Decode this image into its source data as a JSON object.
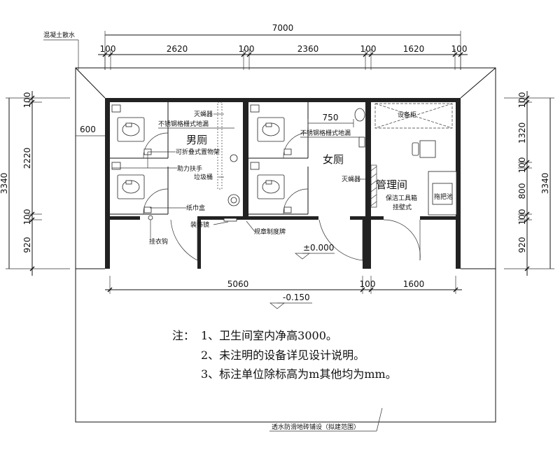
{
  "dims": {
    "overall": "7000",
    "top_row": [
      "100",
      "2620",
      "100",
      "2360",
      "100",
      "1620",
      "100"
    ],
    "bottom_row": [
      "5060",
      "100",
      "1600"
    ],
    "left_total": "3340",
    "left_parts": [
      "100",
      "2220",
      "100",
      "920"
    ],
    "right_total": "3340",
    "right_parts": [
      "100",
      "1320",
      "100",
      "800",
      "100",
      "920"
    ],
    "offset_600": "600",
    "offset_750": "750"
  },
  "rooms": {
    "mens": "男厕",
    "womens": "女厕",
    "mgmt": "管理间"
  },
  "labels": {
    "concrete_apron": "混凝土散水",
    "fly_killer_1": "灭蝇器",
    "grate_drain_1": "不锈钢格栅式地漏",
    "folding_shelf": "可折叠式置物架",
    "grab_bar": "助力扶手",
    "trash_bin": "垃圾桶",
    "tissue_box": "纸巾盒",
    "coat_hook": "挂衣钩",
    "deco_mirror": "装饰镜",
    "rules_sign": "规章制度牌",
    "grate_drain_2": "不锈钢格栅式地漏",
    "fly_killer_2": "灭蝇器",
    "equipment_cabinet": "设备柜",
    "tool_box_line1": "保洁工具箱",
    "tool_box_line2": "挂壁式",
    "mop_sink": "拖把池",
    "paving_note": "透水防滑地砖铺设（拟建范围）"
  },
  "elevations": {
    "floor": "±0.000",
    "outside": "-0.150"
  },
  "notes": {
    "prefix": "注：",
    "items": [
      "1、卫生间室内净高3000。",
      "2、未注明的设备详见设计说明。",
      "3、标注单位除标高为m其他均为mm。"
    ]
  }
}
